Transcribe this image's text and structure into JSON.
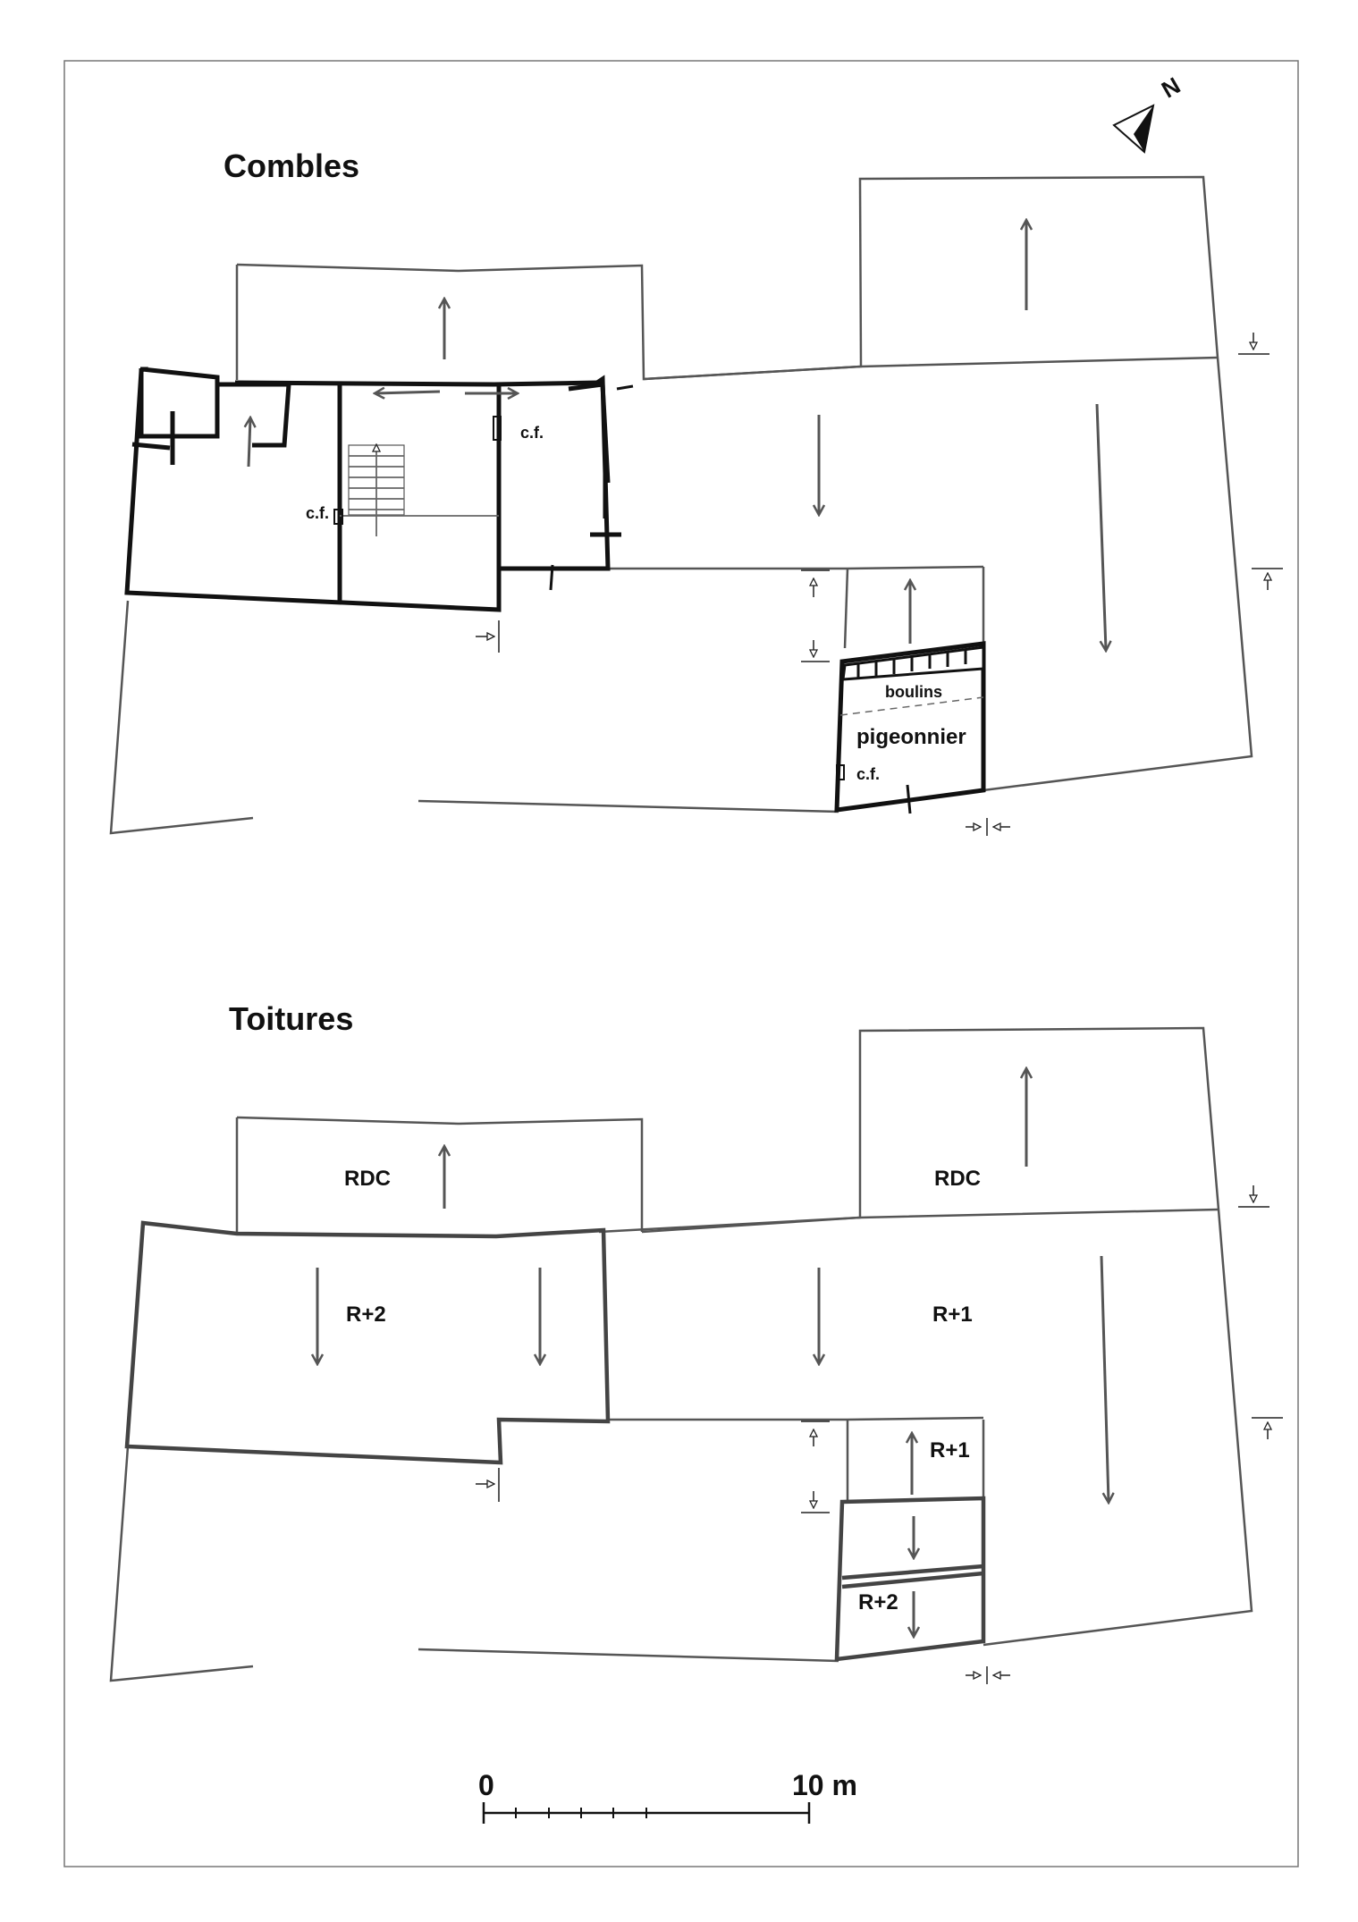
{
  "north_label": "N",
  "sections": {
    "combles": {
      "title": "Combles",
      "labels": {
        "cf_1": "c.f.",
        "cf_2": "c.f.",
        "cf_3": "c.f.",
        "boulins": "boulins",
        "pigeonnier": "pigeonnier"
      }
    },
    "toitures": {
      "title": "Toitures",
      "labels": {
        "rdc_left": "RDC",
        "rdc_right": "RDC",
        "r2_main": "R+2",
        "r1_main": "R+1",
        "r1_small": "R+1",
        "r2_small": "R+2"
      }
    }
  },
  "scale_bar": {
    "start_label": "0",
    "end_label": "10 m"
  }
}
